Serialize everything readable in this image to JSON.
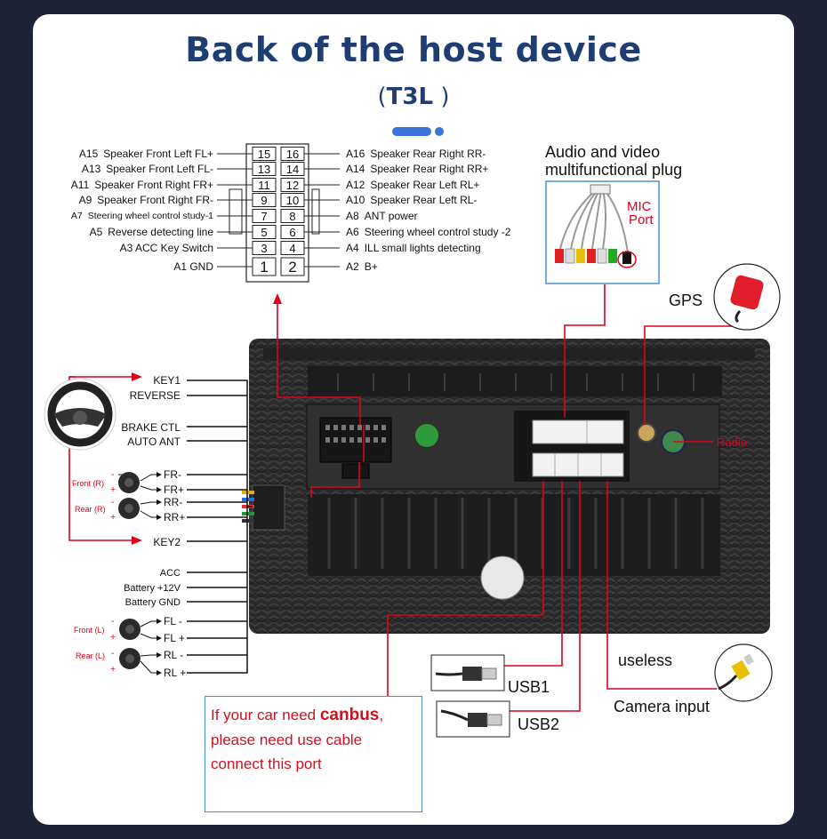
{
  "header": {
    "title": "Back of the host device",
    "subtitle_open": "(",
    "subtitle_model": "T3L",
    "subtitle_close": " )"
  },
  "connector_left": [
    {
      "code": "A15",
      "text": "Speaker Front Left FL+"
    },
    {
      "code": "A13",
      "text": "Speaker Front Left FL-"
    },
    {
      "code": "A11",
      "text": "Speaker Front Right FR+"
    },
    {
      "code": "A9",
      "text": "Speaker Front Right FR-"
    },
    {
      "code": "A7",
      "text": "Steering wheel control study-1"
    },
    {
      "code": "A5",
      "text": "Reverse detecting line"
    },
    {
      "code": "",
      "text": "A3 ACC Key Switch"
    },
    {
      "code": "",
      "text": "A1 GND"
    }
  ],
  "connector_right": [
    {
      "code": "A16",
      "text": "Speaker Rear Right RR-"
    },
    {
      "code": "A14",
      "text": "Speaker Rear Right RR+"
    },
    {
      "code": "A12",
      "text": "Speaker Rear Left RL+"
    },
    {
      "code": "A10",
      "text": "Speaker Rear Left RL-"
    },
    {
      "code": "A8",
      "text": "ANT power"
    },
    {
      "code": "A6",
      "text": "Steering wheel control study -2"
    },
    {
      "code": "A4",
      "text": "ILL small lights detecting"
    },
    {
      "code": "A2",
      "text": "B+"
    }
  ],
  "pins_left": [
    "15",
    "13",
    "11",
    "9",
    "7",
    "5",
    "3",
    "1"
  ],
  "pins_right": [
    "16",
    "14",
    "12",
    "10",
    "8",
    "6",
    "4",
    "2"
  ],
  "harness": {
    "top": [
      "KEY1",
      "REVERSE",
      "BRAKE CTL",
      "AUTO ANT"
    ],
    "front_r": {
      "label": "Front (R)",
      "minus": "FR-",
      "plus": "FR+"
    },
    "rear_r": {
      "label": "Rear (R)",
      "minus": "RR-",
      "plus": "RR+"
    },
    "key2": "KEY2",
    "power": [
      "ACC",
      "Battery +12V",
      "Battery GND"
    ],
    "front_l": {
      "label": "Front (L)",
      "minus": "FL -",
      "plus": "FL +"
    },
    "rear_l": {
      "label": "Rear (L)",
      "minus": "RL -",
      "plus": "RL +"
    },
    "sign_minus": "-",
    "sign_plus": "+"
  },
  "av_plug": {
    "line1": "Audio and video",
    "line2": "multifunctional plug",
    "mic1": "MIC",
    "mic2": "Port"
  },
  "gps": "GPS",
  "radio": "Radio",
  "useless": "useless",
  "usb1": "USB1",
  "usb2": "USB2",
  "camera": "Camera input",
  "canbus": {
    "line1_a": "If your car need ",
    "line1_b": "canbus",
    "line1_c": ",",
    "line2": "please need use cable",
    "line3": "connect this port"
  },
  "colors": {
    "accent": "#1e3e73",
    "red": "#e0001a",
    "blue": "#3a73d9"
  }
}
